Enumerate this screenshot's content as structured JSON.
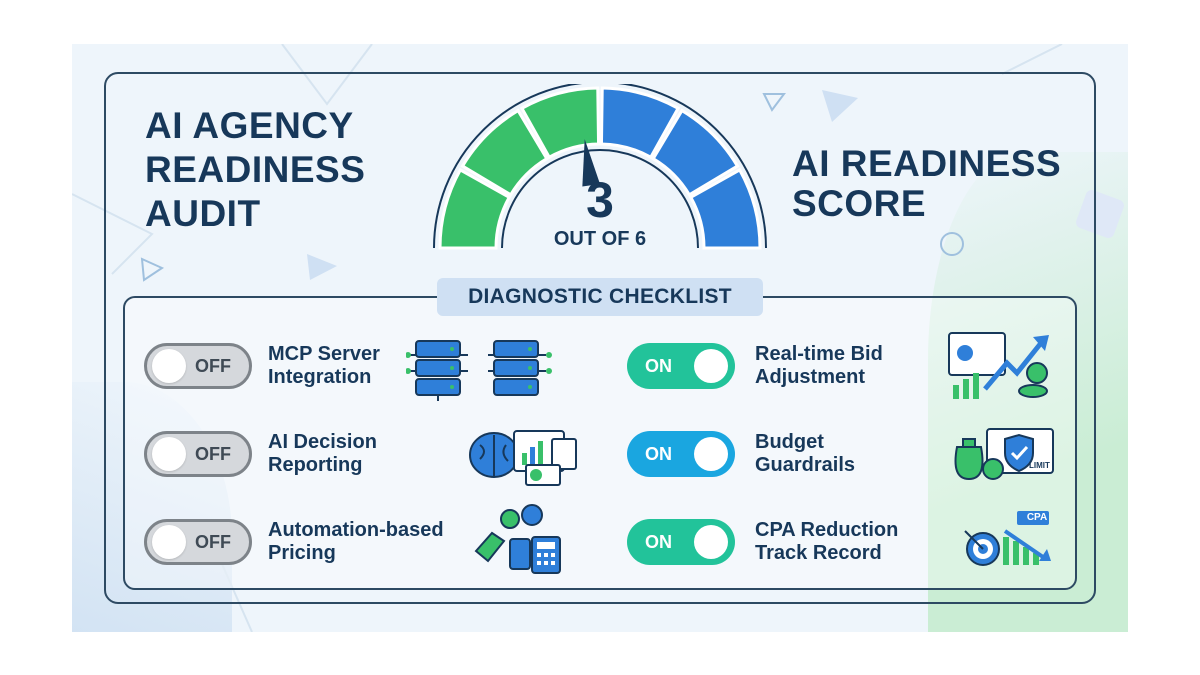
{
  "title": {
    "line1": "AI AGENCY",
    "line2": "READINESS",
    "line3": "AUDIT"
  },
  "score": {
    "title_line1": "AI READINESS",
    "title_line2": "SCORE",
    "value": "3",
    "max_text": "OUT OF 6",
    "fraction": 0.5
  },
  "colors": {
    "navy": "#17385a",
    "green": "#39c06a",
    "blue": "#2f7fd9",
    "on_green": "#22c39a",
    "on_blue": "#1aa6e0",
    "off_gray": "#d5d8dc"
  },
  "checklist": {
    "title": "DIAGNOSTIC CHECKLIST",
    "items": [
      {
        "label_line1": "MCP Server",
        "label_line2": "Integration",
        "state": "OFF",
        "icon": "servers-icon"
      },
      {
        "label_line1": "AI Decision",
        "label_line2": "Reporting",
        "state": "OFF",
        "icon": "brain-report-icon"
      },
      {
        "label_line1": "Automation-based",
        "label_line2": "Pricing",
        "state": "OFF",
        "icon": "pricing-gears-icon"
      },
      {
        "label_line1": "Real-time Bid",
        "label_line2": "Adjustment",
        "state": "ON",
        "icon": "growth-chart-icon"
      },
      {
        "label_line1": "Budget",
        "label_line2": "Guardrails",
        "state": "ON",
        "icon": "budget-shield-icon",
        "icon_text": "LIMIT"
      },
      {
        "label_line1": "CPA Reduction",
        "label_line2": "Track Record",
        "state": "ON",
        "icon": "cpa-target-icon",
        "icon_text": "CPA"
      }
    ]
  }
}
